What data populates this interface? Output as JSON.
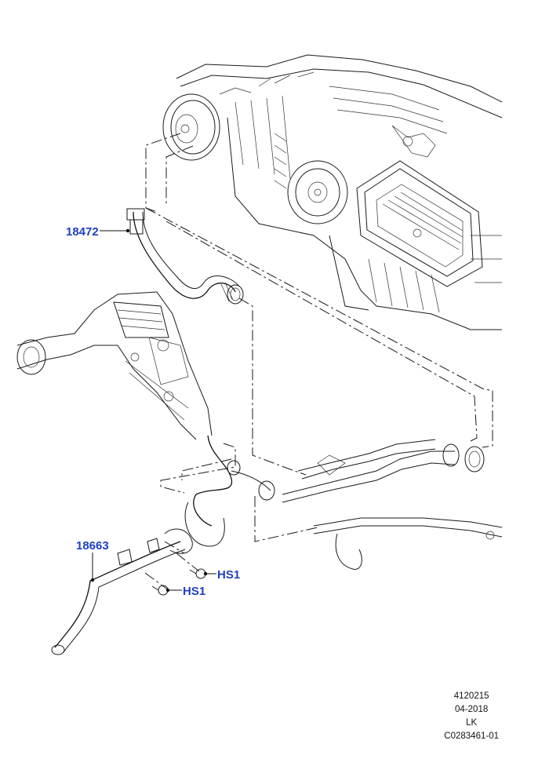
{
  "callouts": {
    "part_18472": "18472",
    "part_18663": "18663",
    "bolt_upper": "HS1",
    "bolt_lower": "HS1"
  },
  "footer": {
    "illustration_number": "4120215",
    "date": "04-2018",
    "market": "LK",
    "code": "C0283461-01"
  },
  "colors": {
    "callout_text": "#1f3fc4",
    "line_art": "#1a1a1a"
  }
}
